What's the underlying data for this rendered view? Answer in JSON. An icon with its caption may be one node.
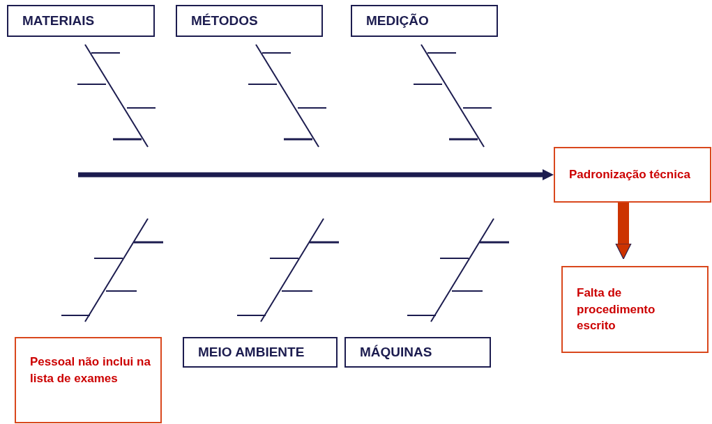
{
  "diagram": {
    "nodes": [
      {
        "text": [
          "MATERIAIS"
        ]
      },
      {
        "text": [
          "MÉTODOS"
        ]
      },
      {
        "text": [
          "MEDIÇÃO"
        ]
      },
      {
        "text": [
          "Padronização técnica"
        ]
      },
      {
        "text": [
          "Falta de procedimento escrito"
        ]
      },
      {
        "text": [
          "Pessoal não inclui na lista de exames"
        ]
      },
      {
        "text": [
          "MEIO AMBIENTE"
        ]
      },
      {
        "text": [
          "MÁQUINAS"
        ]
      }
    ],
    "edges": [
      {
        "from": null,
        "to": 3,
        "arrow": "to"
      },
      {
        "from": 3,
        "to": 4,
        "arrow": "to",
        "style": "thick",
        "color": "#cc3300"
      }
    ]
  }
}
